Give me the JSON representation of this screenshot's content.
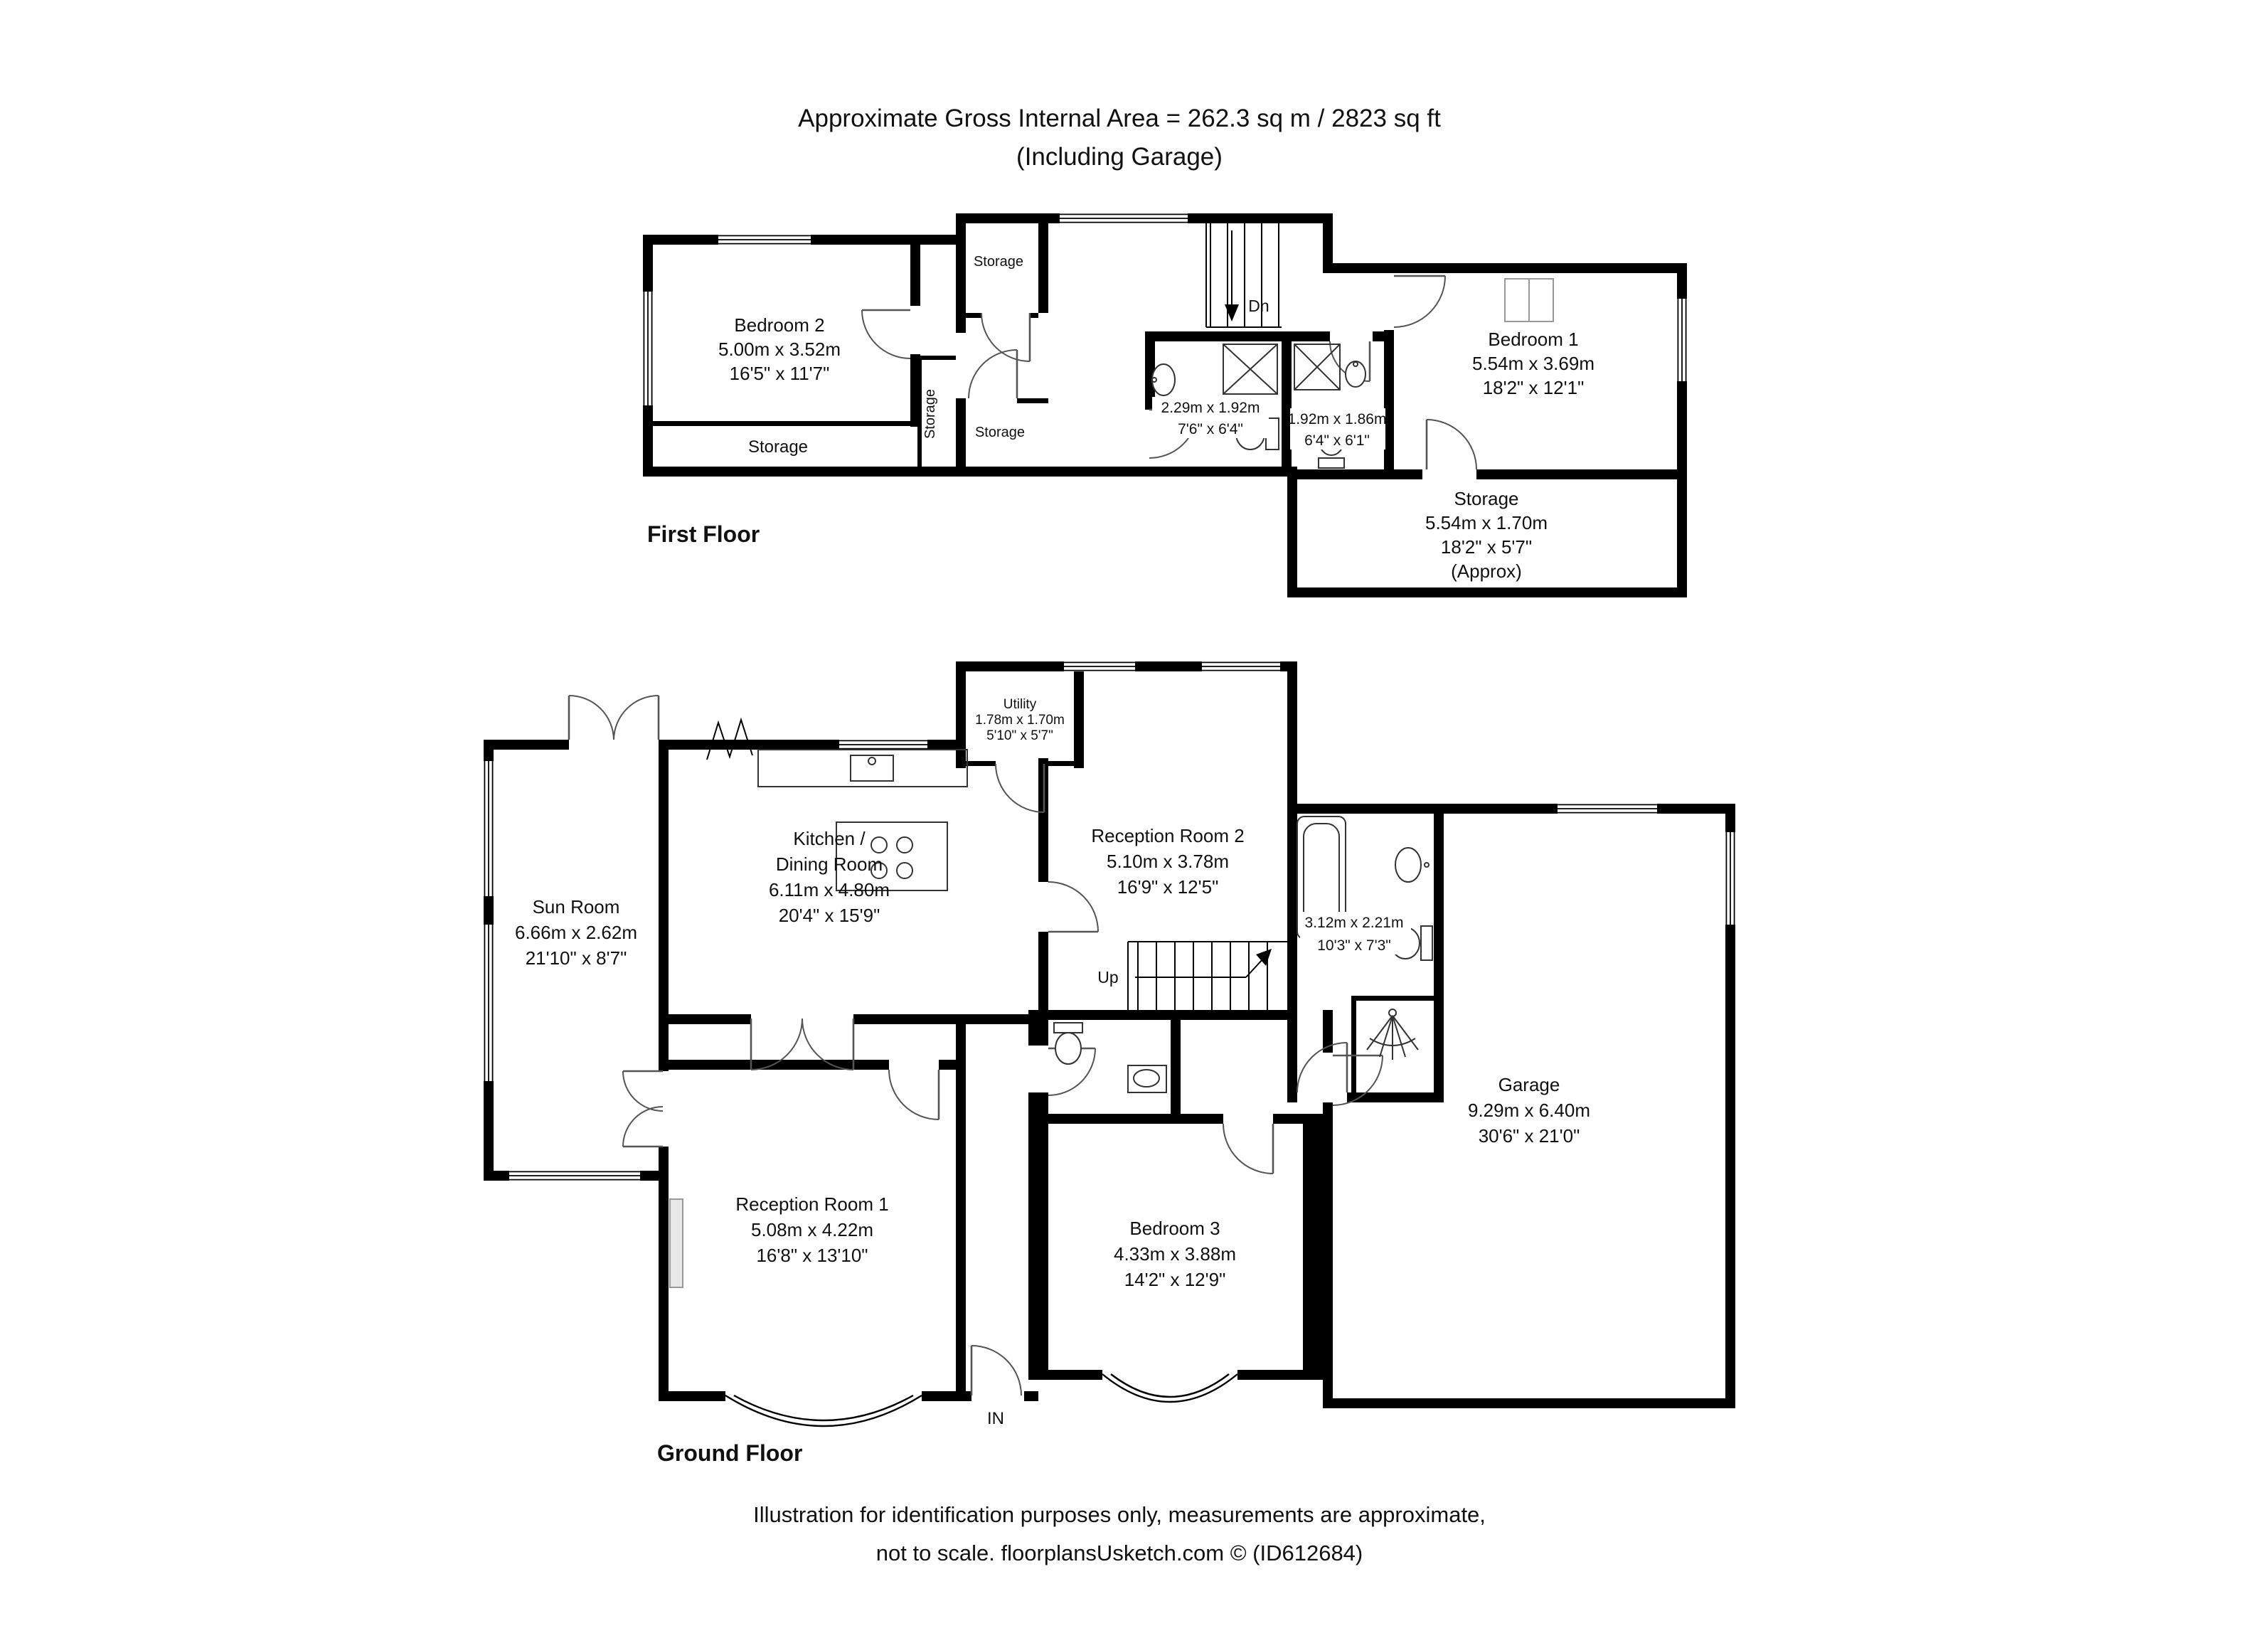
{
  "header": {
    "line1": "Approximate Gross Internal Area = 262.3 sq m / 2823 sq ft",
    "line2": "(Including Garage)"
  },
  "first_floor": {
    "title": "First Floor",
    "bedroom2": {
      "name": "Bedroom 2",
      "metric": "5.00m x 3.52m",
      "imperial": "16'5\" x 11'7\""
    },
    "bedroom1": {
      "name": "Bedroom 1",
      "metric": "5.54m x 3.69m",
      "imperial": "18'2\" x 12'1\""
    },
    "storage_strip": "Storage",
    "storage_closet_top": "Storage",
    "storage_closet_side": "Storage",
    "storage_closet_small": "Storage",
    "bathroom_a": {
      "metric": "2.29m x 1.92m",
      "imperial": "7'6\" x 6'4\""
    },
    "bathroom_b": {
      "metric": "1.92m x 1.86m",
      "imperial": "6'4\" x 6'1\""
    },
    "storage_room": {
      "name": "Storage",
      "metric": "5.54m x 1.70m",
      "imperial": "18'2\" x 5'7\"",
      "note": "(Approx)"
    },
    "stairs": "Dn"
  },
  "ground_floor": {
    "title": "Ground Floor",
    "sun_room": {
      "name": "Sun Room",
      "metric": "6.66m x 2.62m",
      "imperial": "21'10\" x 8'7\""
    },
    "kitchen": {
      "name_line1": "Kitchen /",
      "name_line2": "Dining Room",
      "metric": "6.11m x 4.80m",
      "imperial": "20'4\" x 15'9\""
    },
    "utility": {
      "name": "Utility",
      "metric": "1.78m x 1.70m",
      "imperial": "5'10\" x 5'7\""
    },
    "reception2": {
      "name": "Reception Room 2",
      "metric": "5.10m x 3.78m",
      "imperial": "16'9\" x 12'5\""
    },
    "reception1": {
      "name": "Reception Room 1",
      "metric": "5.08m x 4.22m",
      "imperial": "16'8\" x 13'10\""
    },
    "bedroom3": {
      "name": "Bedroom 3",
      "metric": "4.33m x 3.88m",
      "imperial": "14'2\" x 12'9\""
    },
    "bathroom": {
      "metric": "3.12m x 2.21m",
      "imperial": "10'3\" x 7'3\""
    },
    "garage": {
      "name": "Garage",
      "metric": "9.29m x 6.40m",
      "imperial": "30'6\" x 21'0\""
    },
    "stairs": "Up",
    "entrance": "IN"
  },
  "footer": {
    "line1": "Illustration for identification purposes only, measurements are approximate,",
    "line2": "not to scale. floorplansUsketch.com © (ID612684)"
  }
}
